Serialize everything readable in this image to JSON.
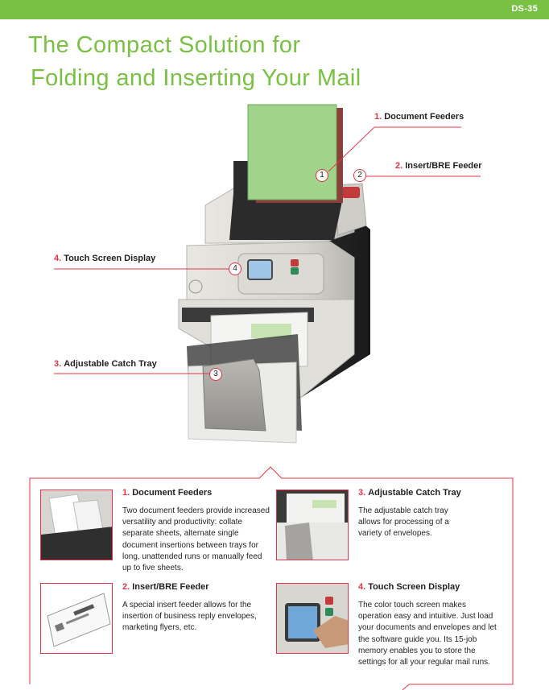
{
  "header": {
    "model_code": "DS-35",
    "headline_line1": "The Compact Solution for",
    "headline_line2": "Folding and Inserting Your Mail"
  },
  "callouts": [
    {
      "number": "1.",
      "label": "Document Feeders",
      "marker": "1"
    },
    {
      "number": "2.",
      "label": "Insert/BRE Feeder",
      "marker": "2"
    },
    {
      "number": "3.",
      "label": "Adjustable Catch Tray",
      "marker": "3"
    },
    {
      "number": "4.",
      "label": "Touch Screen Display",
      "marker": "4"
    }
  ],
  "features": [
    {
      "number": "1.",
      "title": "Document Feeders",
      "text": "Two document feeders provide increased versatility and productivity: collate separate sheets, alternate single document insertions between trays for long, unattended runs or manually feed up to five sheets."
    },
    {
      "number": "2.",
      "title": "Insert/BRE Feeder",
      "text": "A special insert feeder allows for the insertion of business reply envelopes, marketing flyers, etc."
    },
    {
      "number": "3.",
      "title": "Adjustable Catch Tray",
      "text": "The adjustable catch tray allows for processing of a variety of envelopes."
    },
    {
      "number": "4.",
      "title": "Touch Screen Display",
      "text": "The color touch screen makes operation easy and intuitive. Just load your documents and envelopes and let the software guide you. Its 15-job memory enables you to store the settings for all your regular mail runs."
    }
  ],
  "colors": {
    "brand_green": "#79c143",
    "accent_red": "#e5344a",
    "text": "#231f20"
  }
}
